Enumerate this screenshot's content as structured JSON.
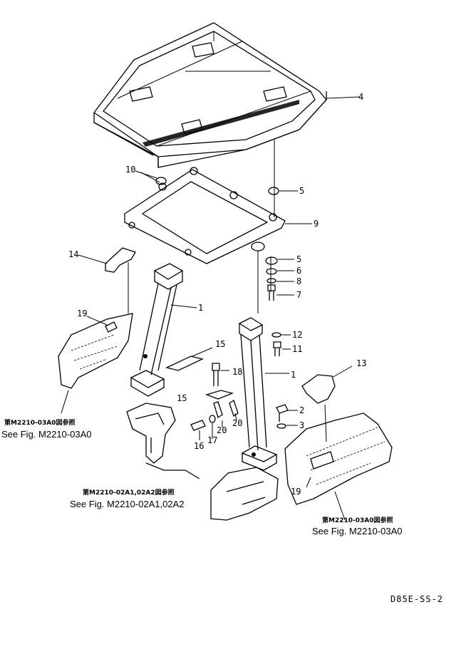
{
  "callouts": {
    "c1a": "1",
    "c1b": "1",
    "c2": "2",
    "c3": "3",
    "c4": "4",
    "c5a": "5",
    "c5b": "5",
    "c6": "6",
    "c7": "7",
    "c8": "8",
    "c9": "9",
    "c10": "10",
    "c11": "11",
    "c12": "12",
    "c13": "13",
    "c14": "14",
    "c15a": "15",
    "c15b": "15",
    "c16": "16",
    "c17": "17",
    "c18": "18",
    "c19a": "19",
    "c19b": "19",
    "c20a": "20",
    "c20b": "20"
  },
  "refs": {
    "left_jp": "第M2210-03A0図参照",
    "left_en": "See Fig. M2210-03A0",
    "center_jp": "第M2210-02A1,02A2図参照",
    "center_en": "See Fig. M2210-02A1,02A2",
    "right_jp": "第M2210-03A0図参照",
    "right_en": "See Fig. M2210-03A0"
  },
  "drawing_code": "D85E-SS-2"
}
